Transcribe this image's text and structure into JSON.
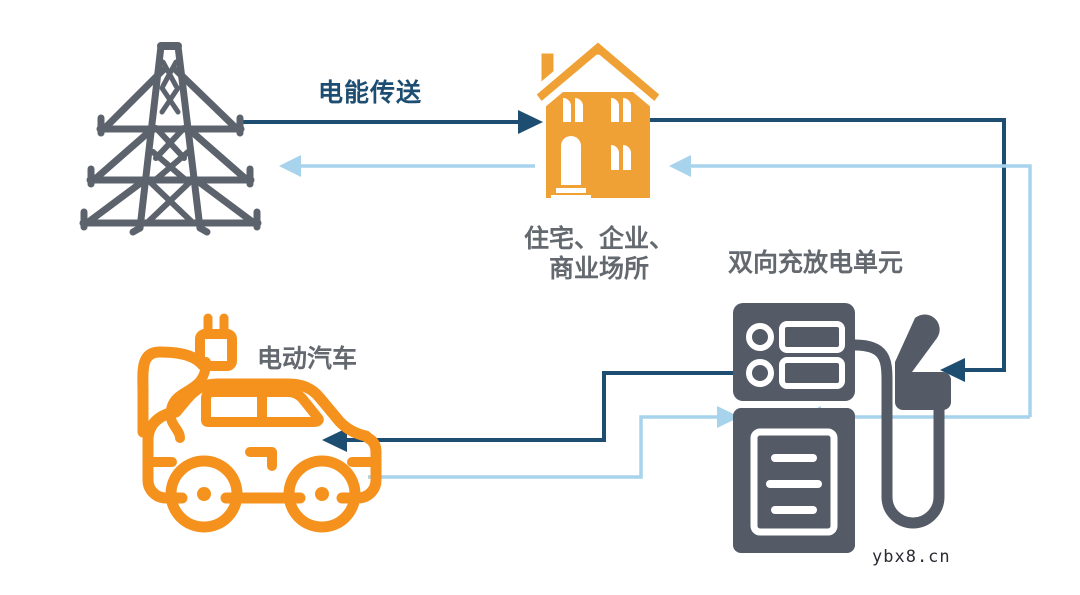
{
  "diagram": {
    "title_label": "电能传送",
    "background_color": "#ffffff",
    "nodes": [
      {
        "id": "grid-tower",
        "icon": "transmission-tower-icon",
        "label": "",
        "color": "#5d636c"
      },
      {
        "id": "house",
        "icon": "house-icon",
        "label": "住宅、企业、\n商业场所",
        "color": "#f0a135"
      },
      {
        "id": "charger",
        "icon": "ev-charger-icon",
        "label": "双向充放电单元",
        "color": "#545b66"
      },
      {
        "id": "electric-vehicle",
        "icon": "electric-car-icon",
        "label": "电动汽车",
        "color": "#f5921e"
      }
    ],
    "flows": [
      {
        "id": "tower-to-house",
        "from": "grid-tower",
        "to": "house",
        "label": "电能传送",
        "direction": "forward",
        "color": "#1d4e72"
      },
      {
        "id": "house-to-tower",
        "from": "house",
        "to": "grid-tower",
        "label": "",
        "direction": "reverse",
        "color": "#a7d4ec"
      },
      {
        "id": "house-to-charger",
        "from": "house",
        "to": "charger",
        "label": "",
        "direction": "forward",
        "color": "#1d4e72"
      },
      {
        "id": "charger-to-house",
        "from": "charger",
        "to": "house",
        "label": "",
        "direction": "reverse",
        "color": "#a7d4ec"
      },
      {
        "id": "charger-to-vehicle",
        "from": "charger",
        "to": "electric-vehicle",
        "label": "",
        "direction": "forward",
        "color": "#1d4e72"
      },
      {
        "id": "vehicle-to-charger",
        "from": "electric-vehicle",
        "to": "charger",
        "label": "",
        "direction": "reverse",
        "color": "#a7d4ec"
      }
    ],
    "colors": {
      "dark_arrow": "#1d4e72",
      "light_arrow": "#a7d4ec",
      "orange": "#f5921e",
      "house_orange": "#f0a135",
      "slate": "#5d636c",
      "label_text": "#63696f",
      "title_text": "#1d4e72"
    }
  },
  "watermark": {
    "text": "ybx8.cn"
  }
}
